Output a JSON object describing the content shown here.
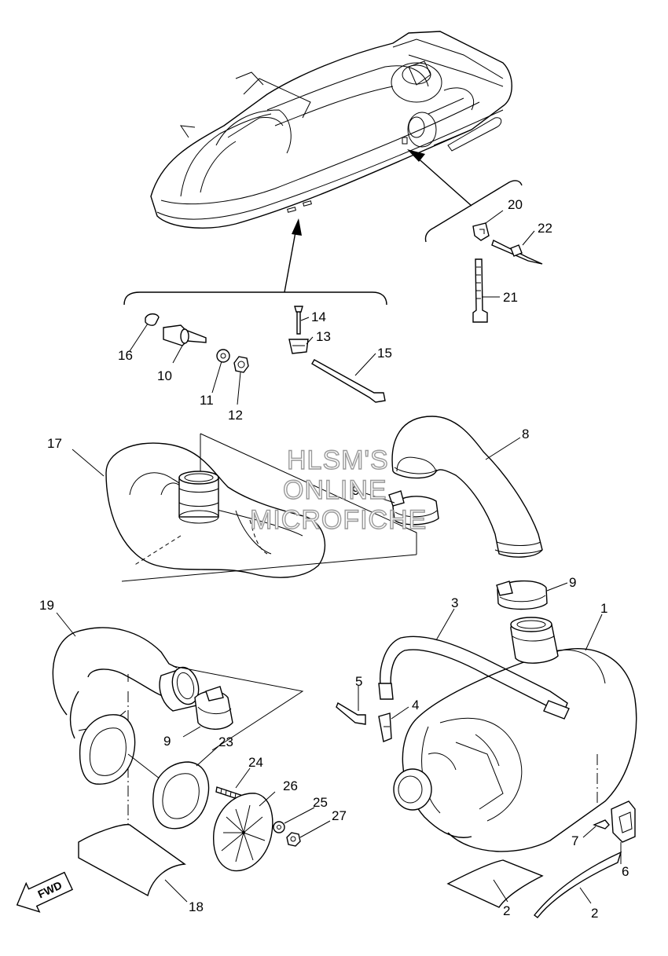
{
  "watermark": {
    "line1": "HLSM'S",
    "line2": "ONLINE",
    "line3": "MICROFICHE"
  },
  "direction_badge": "FWD",
  "callouts": {
    "c1": "1",
    "c2a": "2",
    "c2b": "2",
    "c3": "3",
    "c4": "4",
    "c5": "5",
    "c6": "6",
    "c7": "7",
    "c8": "8",
    "c9a": "9",
    "c9b": "9",
    "c9c": "9",
    "c10": "10",
    "c11": "11",
    "c12": "12",
    "c13": "13",
    "c14": "14",
    "c15": "15",
    "c16": "16",
    "c17": "17",
    "c18": "18",
    "c19": "19",
    "c20": "20",
    "c21": "21",
    "c22": "22",
    "c23": "23",
    "c24": "24",
    "c25": "25",
    "c26": "26",
    "c27": "27"
  }
}
